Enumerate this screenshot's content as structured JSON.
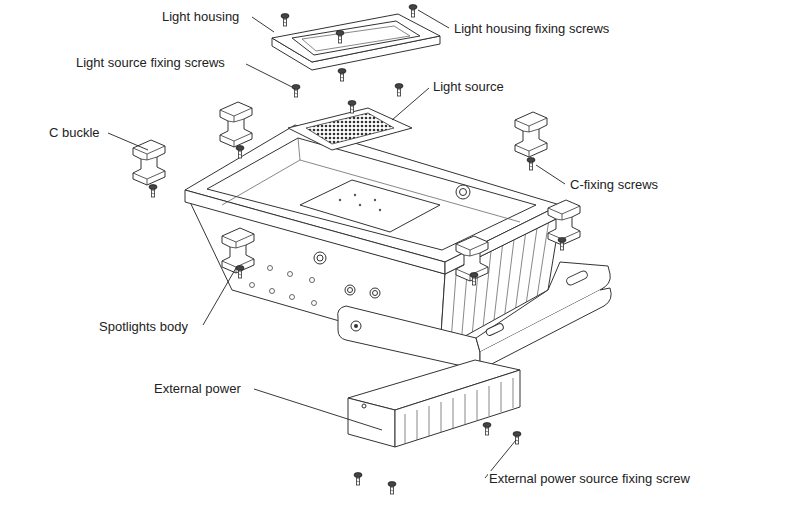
{
  "diagram": {
    "labels": [
      "Light housing",
      "Light housing fixing screws",
      "Light source fixing screws",
      "Light source",
      "C buckle",
      "C-fixing screws",
      "Spotlights body",
      "External power",
      "External power source fixing screw"
    ]
  }
}
